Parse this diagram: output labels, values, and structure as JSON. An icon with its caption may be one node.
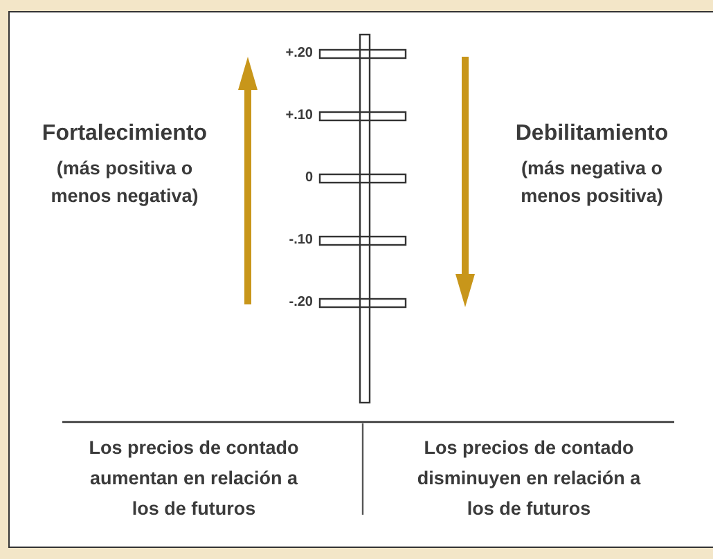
{
  "diagram": {
    "labels": [
      "+.20",
      "+.10",
      "0",
      "-.10",
      "-.20",
      "Fortalecimiento",
      "(más positiva o menos negativa)",
      "Debilitamiento",
      "(más negativa o menos positiva)",
      "Los precios de contado aumentan en relación a los de futuros",
      "Los precios de contado disminuyen en relación a los de futuros"
    ]
  }
}
